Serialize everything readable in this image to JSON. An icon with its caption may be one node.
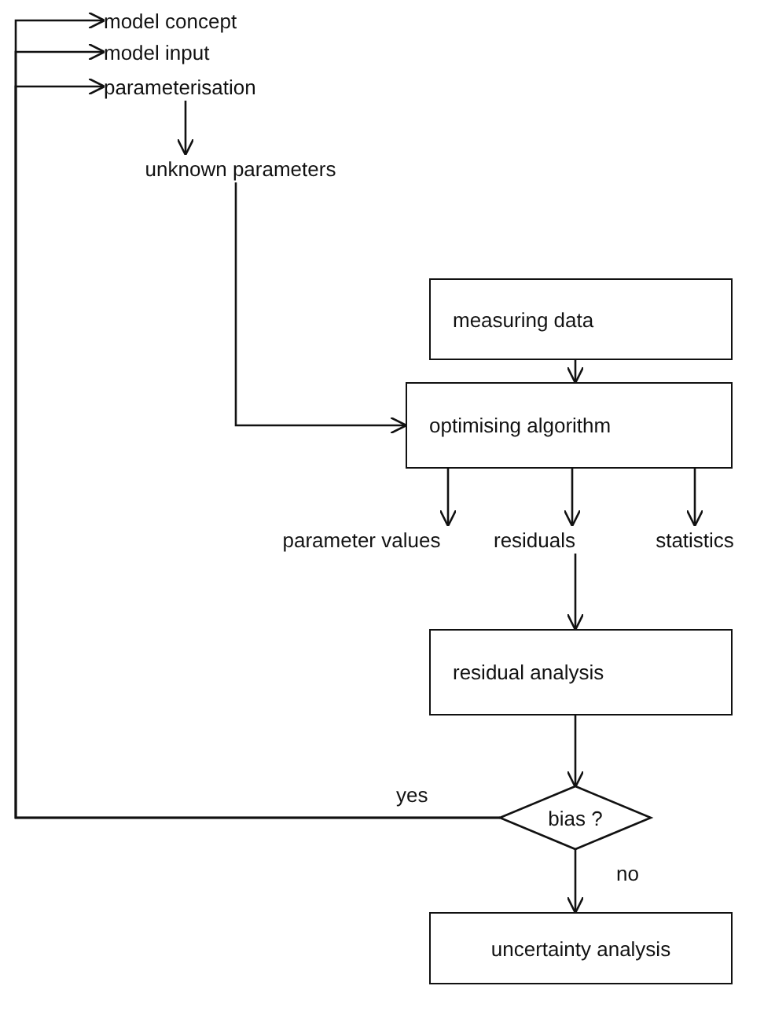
{
  "diagram": {
    "nodes": [
      {
        "text": [
          "model concept"
        ]
      },
      {
        "text": [
          "model input"
        ]
      },
      {
        "text": [
          "parameterisation"
        ]
      },
      {
        "text": [
          "unknown parameters"
        ]
      },
      {
        "text": [
          "measuring data"
        ]
      },
      {
        "text": [
          "optimising algorithm"
        ]
      },
      {
        "text": [
          "parameter values"
        ]
      },
      {
        "text": [
          "residuals"
        ]
      },
      {
        "text": [
          "statistics"
        ]
      },
      {
        "text": [
          "residual analysis"
        ]
      },
      {
        "text": [
          "bias ?"
        ]
      },
      {
        "text": [
          "uncertainty analysis"
        ]
      }
    ],
    "edges": [
      {
        "from": 10,
        "to": 0,
        "arrow": "to",
        "label": "yes"
      },
      {
        "from": 10,
        "to": 1,
        "arrow": "to"
      },
      {
        "from": 10,
        "to": 2,
        "arrow": "to"
      },
      {
        "from": 2,
        "to": 3,
        "arrow": "to"
      },
      {
        "from": 3,
        "to": 5,
        "arrow": "to"
      },
      {
        "from": 4,
        "to": 5,
        "arrow": "to"
      },
      {
        "from": 5,
        "to": 6,
        "arrow": "to"
      },
      {
        "from": 5,
        "to": 7,
        "arrow": "to"
      },
      {
        "from": 5,
        "to": 8,
        "arrow": "to"
      },
      {
        "from": 7,
        "to": 9,
        "arrow": "to"
      },
      {
        "from": 9,
        "to": 10,
        "arrow": "to"
      },
      {
        "from": 10,
        "to": 11,
        "arrow": "to",
        "label": "no"
      }
    ]
  }
}
